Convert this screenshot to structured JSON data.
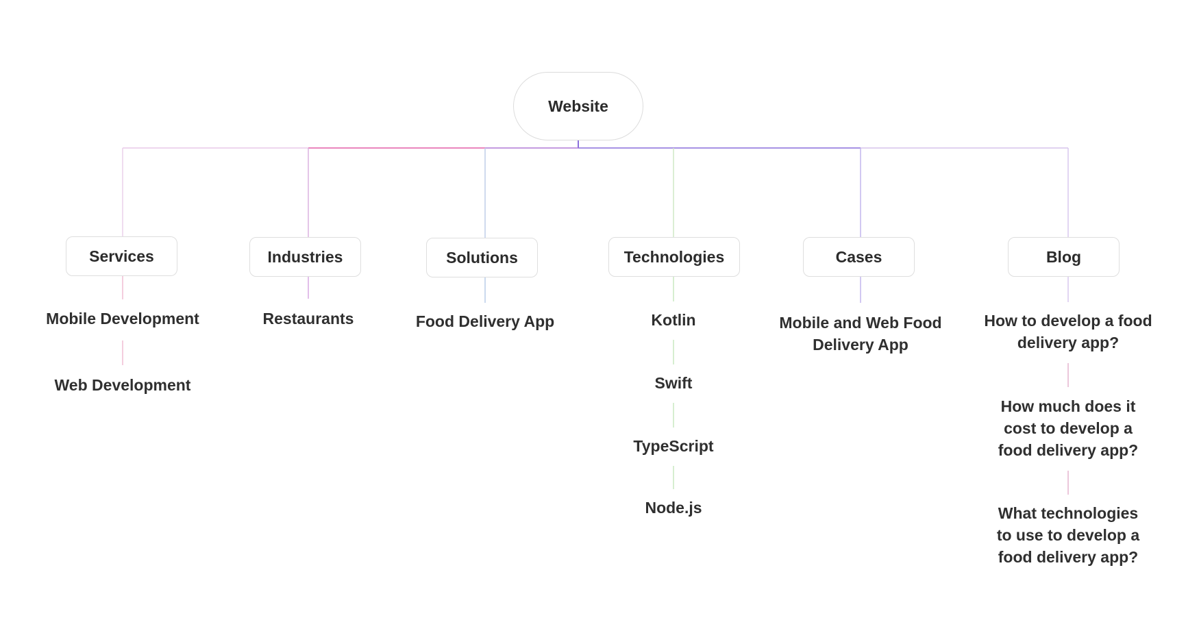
{
  "root": {
    "label": "Website"
  },
  "categories": [
    {
      "label": "Services",
      "items": [
        "Mobile Development",
        "Web Development"
      ]
    },
    {
      "label": "Industries",
      "items": [
        "Restaurants"
      ]
    },
    {
      "label": "Solutions",
      "items": [
        "Food Delivery App"
      ]
    },
    {
      "label": "Technologies",
      "items": [
        "Kotlin",
        "Swift",
        "TypeScript",
        "Node.js"
      ]
    },
    {
      "label": "Cases",
      "items": [
        "Mobile and Web Food Delivery App"
      ]
    },
    {
      "label": "Blog",
      "items": [
        "How to develop a food delivery app?",
        "How much does it cost to develop a food delivery app?",
        "What technologies to use to develop a food delivery app?"
      ]
    }
  ],
  "colors": {
    "root_to_services": "#e8c8e8",
    "root_to_industries": "#e35fa7",
    "root_to_solutions": "#b07ad6",
    "root_to_technologies": "#8a6fdc",
    "root_to_cases": "#a58ae6",
    "root_to_blog": "#d6c4ec",
    "services_branch": "#f0bcd2",
    "industries_branch": "#d8a8e2",
    "solutions_branch": "#b8cce8",
    "technologies_branch": "#c9e8c0",
    "cases_branch": "#c3b6ee",
    "blog_branch": "#d8c8ee"
  }
}
